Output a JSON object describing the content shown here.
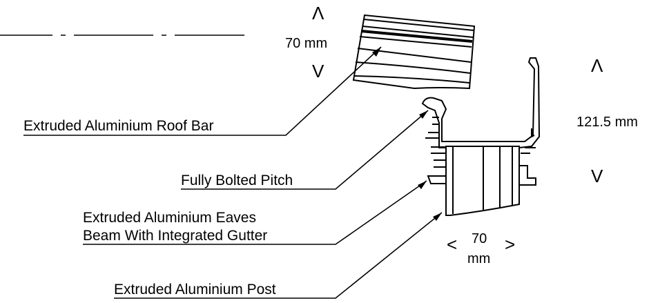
{
  "labels": {
    "roof_bar": "Extruded Aluminium Roof Bar",
    "pitch": "Fully Bolted Pitch",
    "eaves_line1": "Extruded Aluminium Eaves",
    "eaves_line2": "Beam With Integrated Gutter",
    "post": "Extruded Aluminium Post"
  },
  "dimensions": {
    "roof_bar_depth": "70 mm",
    "gutter_height": "121.5 mm",
    "post_width_value": "70",
    "post_width_unit": "mm"
  },
  "dimension_arrows": {
    "up": "Λ",
    "down": "V",
    "left": "<",
    "right": ">"
  }
}
